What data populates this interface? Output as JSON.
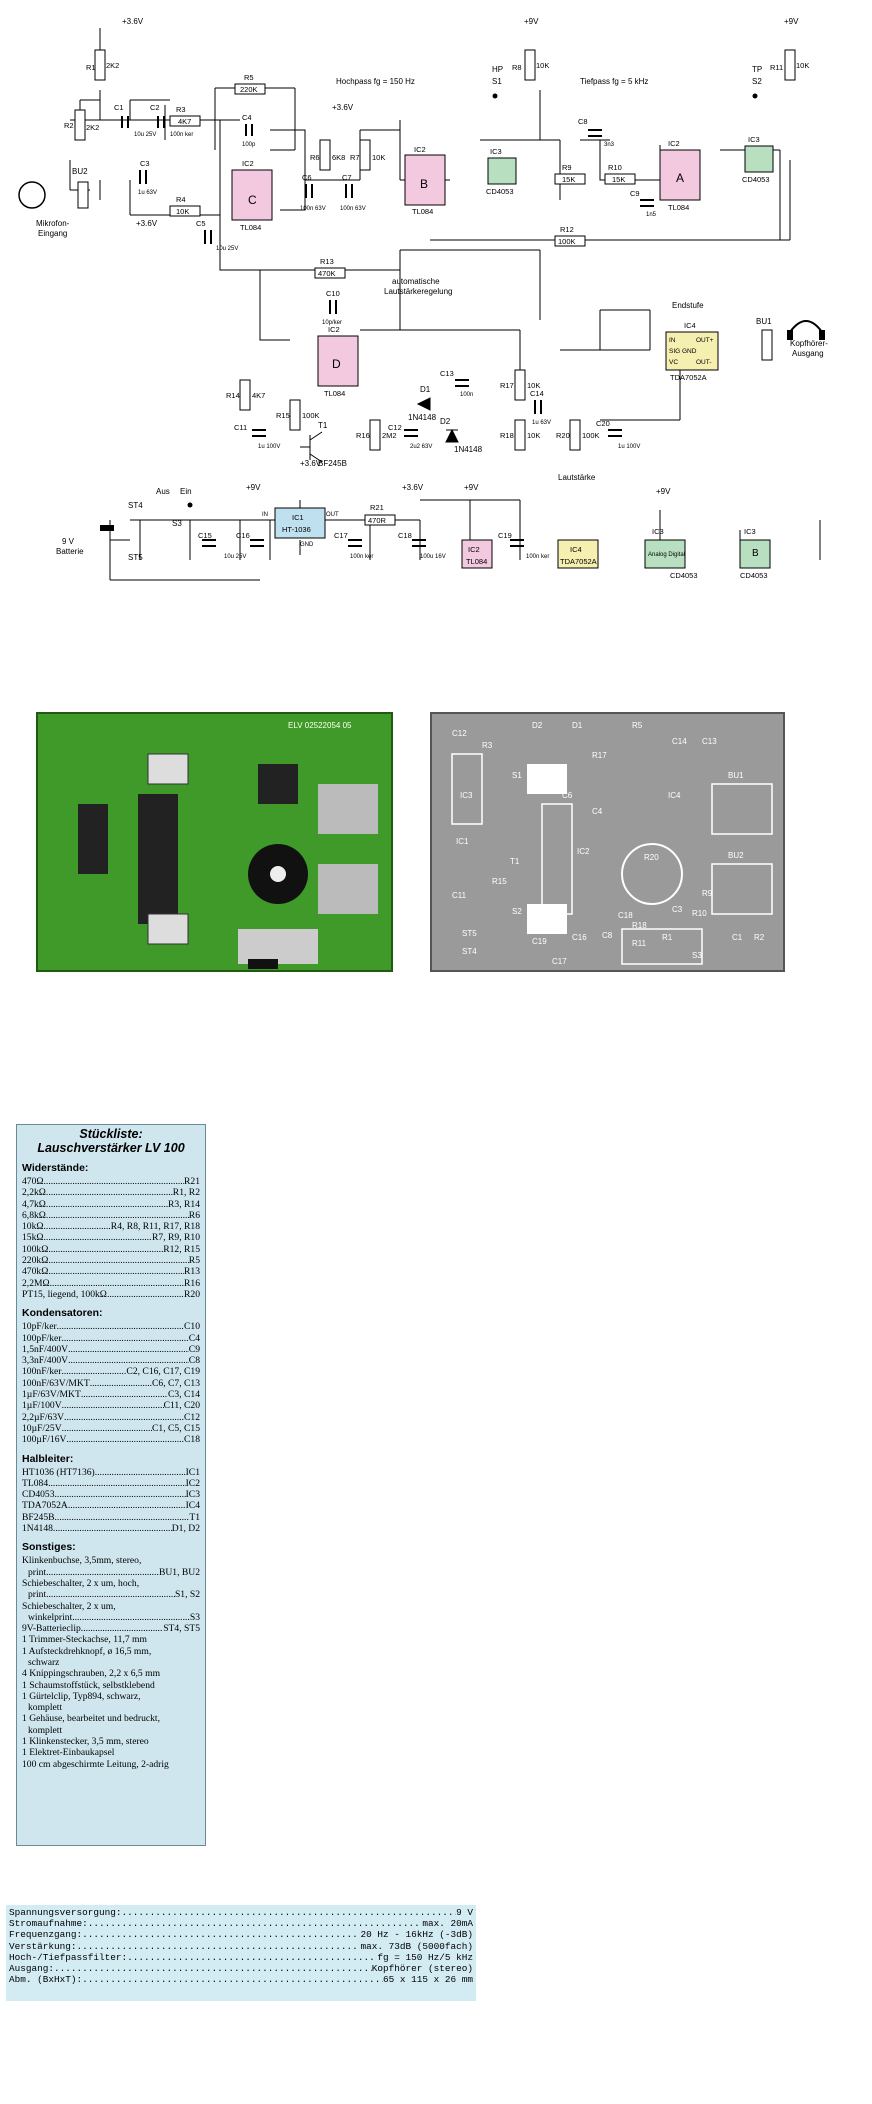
{
  "schematic": {
    "rails": {
      "v36": "+3.6V",
      "v9": "+9V"
    },
    "labels": {
      "hochpass": "Hochpass fg = 150 Hz",
      "tiefpass": "Tiefpass fg = 5 kHz",
      "auto_line1": "automatische",
      "auto_line2": "Lautstärkeregelung",
      "endstufe": "Endstufe",
      "mikrofon_line1": "Mikrofon-",
      "mikrofon_line2": "Eingang",
      "kopfhoerer_line1": "Kopfhörer-",
      "kopfhoerer_line2": "Ausgang",
      "batterie_line1": "9 V",
      "batterie_line2": "Batterie",
      "lautstaerke": "Lautstärke",
      "aus": "Aus",
      "ein": "Ein",
      "hp": "HP",
      "tp": "TP",
      "s1": "S1",
      "s2": "S2",
      "s3": "S3",
      "st4": "ST4",
      "st5": "ST5",
      "bu1": "BU1",
      "bu2": "BU2",
      "t1": "T1",
      "bf245b": "BF245B",
      "d1": "D1",
      "d2": "D2",
      "n4148_a": "1N4148",
      "n4148_b": "1N4148"
    },
    "ics": {
      "ic2c": {
        "name": "IC2",
        "unit": "C",
        "type": "TL084"
      },
      "ic2b": {
        "name": "IC2",
        "unit": "B",
        "type": "TL084"
      },
      "ic3a": {
        "name": "IC3",
        "type": "CD4053"
      },
      "ic2a": {
        "name": "IC2",
        "unit": "A",
        "type": "TL084"
      },
      "ic3b": {
        "name": "IC3",
        "type": "CD4053"
      },
      "ic2d": {
        "name": "IC2",
        "unit": "D",
        "type": "TL084"
      },
      "ic4": {
        "name": "IC4",
        "type": "TDA7052A",
        "pins": [
          "IN",
          "SIG GND",
          "VC",
          "OUT+",
          "OUT-"
        ]
      },
      "ic1": {
        "name": "IC1",
        "type": "HT-1036",
        "in": "IN",
        "out": "OUT",
        "gnd": "GND"
      },
      "ic2p": {
        "name": "IC2",
        "type": "TL084"
      },
      "ic4p": {
        "name": "IC4",
        "type": "TDA7052A"
      },
      "ic3p": {
        "name": "IC3",
        "type": "CD4053",
        "sub": "Analog Digital"
      },
      "ic3bp": {
        "name": "IC3",
        "type": "CD4053",
        "unit": "B"
      }
    },
    "resistors": [
      {
        "ref": "R1",
        "val": "2K2"
      },
      {
        "ref": "R2",
        "val": "2K2"
      },
      {
        "ref": "R3",
        "val": "4K7"
      },
      {
        "ref": "R4",
        "val": "10K"
      },
      {
        "ref": "R5",
        "val": "220K"
      },
      {
        "ref": "R6",
        "val": "6K8"
      },
      {
        "ref": "R7",
        "val": "10K"
      },
      {
        "ref": "R8",
        "val": "10K"
      },
      {
        "ref": "R9",
        "val": "15K"
      },
      {
        "ref": "R10",
        "val": "15K"
      },
      {
        "ref": "R11",
        "val": "10K"
      },
      {
        "ref": "R12",
        "val": "100K"
      },
      {
        "ref": "R13",
        "val": "470K"
      },
      {
        "ref": "R14",
        "val": "4K7"
      },
      {
        "ref": "R15",
        "val": "100K"
      },
      {
        "ref": "R16",
        "val": "2M2"
      },
      {
        "ref": "R17",
        "val": "10K"
      },
      {
        "ref": "R18",
        "val": "10K"
      },
      {
        "ref": "R20",
        "val": "100K"
      },
      {
        "ref": "R21",
        "val": "470R"
      }
    ],
    "capacitors": [
      {
        "ref": "C1",
        "val": "10u 25V"
      },
      {
        "ref": "C2",
        "val": "100n ker"
      },
      {
        "ref": "C3",
        "val": "1u 63V"
      },
      {
        "ref": "C4",
        "val": "100p"
      },
      {
        "ref": "C5",
        "val": "10u 25V"
      },
      {
        "ref": "C6",
        "val": "100n 63V"
      },
      {
        "ref": "C7",
        "val": "100n 63V"
      },
      {
        "ref": "C8",
        "val": "3n3"
      },
      {
        "ref": "C9",
        "val": "1n5"
      },
      {
        "ref": "C10",
        "val": "10p/ker"
      },
      {
        "ref": "C11",
        "val": "1u 100V"
      },
      {
        "ref": "C12",
        "val": "2u2 63V"
      },
      {
        "ref": "C13",
        "val": "100n"
      },
      {
        "ref": "C14",
        "val": "1u 63V"
      },
      {
        "ref": "C15",
        "val": ""
      },
      {
        "ref": "C16",
        "val": "10u 25V"
      },
      {
        "ref": "C17",
        "val": "100n ker"
      },
      {
        "ref": "C18",
        "val": "100u 16V"
      },
      {
        "ref": "C19",
        "val": "100n ker"
      },
      {
        "ref": "C20",
        "val": "1u 100V"
      }
    ]
  },
  "photo": {
    "silk": "ELV 02522054 05"
  },
  "layout": {
    "labels": [
      "C12",
      "R3",
      "C14",
      "R5",
      "R17",
      "S1",
      "R20",
      "IC4",
      "BU1",
      "BU2",
      "IC1",
      "IC2",
      "IC3",
      "T1",
      "C11",
      "R15",
      "S2",
      "C18",
      "C8",
      "C3",
      "R9",
      "R11",
      "R1",
      "ST5",
      "ST4",
      "S3",
      "C19",
      "C17",
      "C16",
      "C4",
      "C6",
      "C1",
      "R2",
      "D1",
      "D2",
      "R18",
      "R10",
      "C13"
    ]
  },
  "parts_list": {
    "title_line1": "Stückliste:",
    "title_line2": "Lauschverstärker LV 100",
    "sections": [
      {
        "heading": "Widerstände:",
        "items": [
          {
            "name": "470Ω",
            "ref": "R21"
          },
          {
            "name": "2,2kΩ",
            "ref": "R1, R2"
          },
          {
            "name": "4,7kΩ",
            "ref": "R3, R14"
          },
          {
            "name": "6,8kΩ",
            "ref": "R6"
          },
          {
            "name": "10kΩ",
            "ref": "R4, R8, R11, R17, R18"
          },
          {
            "name": "15kΩ",
            "ref": "R7, R9, R10"
          },
          {
            "name": "100kΩ",
            "ref": "R12, R15"
          },
          {
            "name": "220kΩ",
            "ref": "R5"
          },
          {
            "name": "470kΩ",
            "ref": "R13"
          },
          {
            "name": "2,2MΩ",
            "ref": "R16"
          },
          {
            "name": "PT15, liegend, 100kΩ",
            "ref": "R20"
          }
        ]
      },
      {
        "heading": "Kondensatoren:",
        "items": [
          {
            "name": "10pF/ker",
            "ref": "C10"
          },
          {
            "name": "100pF/ker",
            "ref": "C4"
          },
          {
            "name": "1,5nF/400V",
            "ref": "C9"
          },
          {
            "name": "3,3nF/400V",
            "ref": "C8"
          },
          {
            "name": "100nF/ker",
            "ref": "C2, C16, C17, C19"
          },
          {
            "name": "100nF/63V/MKT",
            "ref": "C6, C7, C13"
          },
          {
            "name": "1µF/63V/MKT",
            "ref": "C3, C14"
          },
          {
            "name": "1µF/100V",
            "ref": "C11, C20"
          },
          {
            "name": "2,2µF/63V",
            "ref": "C12"
          },
          {
            "name": "10µF/25V",
            "ref": "C1, C5, C15"
          },
          {
            "name": "100µF/16V",
            "ref": "C18"
          }
        ]
      },
      {
        "heading": "Halbleiter:",
        "items": [
          {
            "name": "HT1036 (HT7136)",
            "ref": "IC1"
          },
          {
            "name": "TL084",
            "ref": "IC2"
          },
          {
            "name": "CD4053",
            "ref": "IC3"
          },
          {
            "name": "TDA7052A",
            "ref": "IC4"
          },
          {
            "name": "BF245B",
            "ref": "T1"
          },
          {
            "name": "1N4148",
            "ref": "D1, D2"
          }
        ]
      }
    ],
    "sonstiges": {
      "heading": "Sonstiges:",
      "l01": "Klinkenbuchse, 3,5mm, stereo,",
      "l02": "print",
      "l02r": "BU1, BU2",
      "l03": "Schiebeschalter, 2 x um, hoch,",
      "l04": "print",
      "l04r": "S1, S2",
      "l05": "Schiebeschalter, 2 x um,",
      "l06": "winkelprint",
      "l06r": "S3",
      "l07": "9V-Batterieclip",
      "l07r": "ST4, ST5",
      "l08": "1 Trimmer-Steckachse, 11,7 mm",
      "l09": "1 Aufsteckdrehknopf, ø 16,5 mm,",
      "l10": "schwarz",
      "l11": "4 Knippingschrauben, 2,2 x 6,5 mm",
      "l12": "1 Schaumstoffstück, selbstklebend",
      "l13": "1 Gürtelclip, Typ894, schwarz,",
      "l14": "komplett",
      "l15": "1 Gehäuse, bearbeitet und bedruckt,",
      "l16": "komplett",
      "l17": "1 Klinkenstecker, 3,5 mm, stereo",
      "l18": "1 Elektret-Einbaukapsel",
      "l19": "100 cm abgeschirmte Leitung, 2-adrig"
    }
  },
  "specs": [
    {
      "label": "Spannungsversorgung:",
      "value": "9 V"
    },
    {
      "label": "Stromaufnahme:",
      "value": "max. 20mA"
    },
    {
      "label": "Frequenzgang:",
      "value": "20 Hz - 16kHz (-3dB)"
    },
    {
      "label": "Verstärkung:",
      "value": "max. 73dB (5000fach)"
    },
    {
      "label": "Hoch-/Tiefpassfilter:",
      "value": "fg = 150 Hz/5 kHz"
    },
    {
      "label": "Ausgang:",
      "value": "Kopfhörer (stereo)"
    },
    {
      "label": "Abm. (BxHxT):",
      "value": "65 x 115 x 26 mm"
    }
  ]
}
